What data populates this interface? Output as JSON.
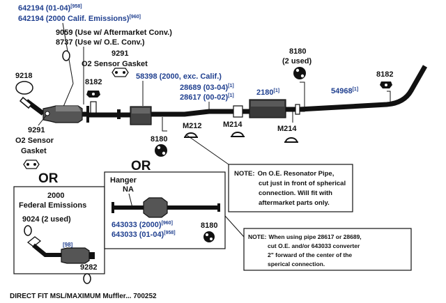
{
  "colors": {
    "part_blue": "#1f3f8f",
    "ink": "#111111",
    "background": "#ffffff"
  },
  "labels": {
    "p642194_a": "642194 (01-04)",
    "p642194_a_ref": "[958]",
    "p642194_b": "642194 (2000 Calif. Emissions)",
    "p642194_b_ref": "[960]",
    "p9059": "9059 (Use w/ Aftermarket Conv.)",
    "p8737": "8737 (Use w/ O.E. Conv.)",
    "p9291_top": "9291",
    "o2_gasket_top": "O2 Sensor Gasket",
    "p58398": "58398 (2000, exc. Calif.)",
    "p9218": "9218",
    "p8182_left": "8182",
    "p28689": "28689 (03-04)",
    "p28689_ref": "[1]",
    "p28617": "28617 (00-02)",
    "p28617_ref": "[1]",
    "p2180": "2180",
    "p2180_ref": "[1]",
    "p8180_top": "8180",
    "p8180_top_qty": "(2 used)",
    "p8182_right": "8182",
    "p54968": "54968",
    "p54968_ref": "[1]",
    "m212": "M212",
    "m214_a": "M214",
    "m214_b": "M214",
    "p9291_left": "9291",
    "o2_left_1": "O2 Sensor",
    "o2_left_2": "Gasket",
    "p8180_mid": "8180",
    "or_left": "OR",
    "or_mid": "OR"
  },
  "inset_left": {
    "title_1": "2000",
    "title_2": "Federal Emissions",
    "p9024": "9024 (2 used)",
    "ref98": "[98]",
    "p9282": "9282"
  },
  "inset_center": {
    "hanger": "Hanger",
    "na": "NA",
    "p643033_a": "643033 (2000)",
    "p643033_a_ref": "[960]",
    "p643033_b": "643033 (01-04)",
    "p643033_b_ref": "[958]",
    "p8180": "8180"
  },
  "note1": {
    "lead": "NOTE:",
    "line1": "On O.E. Resonator Pipe,",
    "line2": "cut just in front of spherical",
    "line3": "connection. Will fit with",
    "line4": "aftermarket parts only."
  },
  "note2": {
    "lead": "NOTE:",
    "line1": "When using pipe 28617 or 28689,",
    "line2": "cut O.E. and/or 643033 converter",
    "line3": "2\" forward of the center of the",
    "line4": "sperical connection."
  },
  "footer": "DIRECT FIT MSL/MAXIMUM Muffler... 700252"
}
